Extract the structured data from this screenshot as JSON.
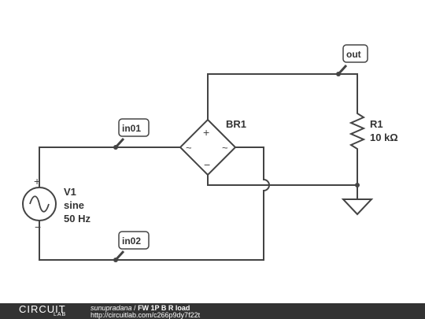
{
  "circuit": {
    "source": {
      "name": "V1",
      "type": "sine",
      "frequency": "50 Hz"
    },
    "bridge": {
      "name": "BR1",
      "plus": "+",
      "minus": "−",
      "ac_symbol": "~"
    },
    "resistor": {
      "name": "R1",
      "value": "10 kΩ"
    },
    "labels": {
      "in01": "in01",
      "in02": "in02",
      "out": "out"
    },
    "plus_sign": "+",
    "minus_sign": "−"
  },
  "footer": {
    "author": "sunupradana",
    "separator": " / ",
    "title": "FW 1P B R load",
    "url": "http://circuitlab.com/c266p9dy7f22t",
    "logo_top": "CIRCUIT",
    "logo_bottom": "LAB"
  },
  "colors": {
    "wire": "#444444",
    "label_border": "#444444",
    "footer_bg": "#333333"
  }
}
